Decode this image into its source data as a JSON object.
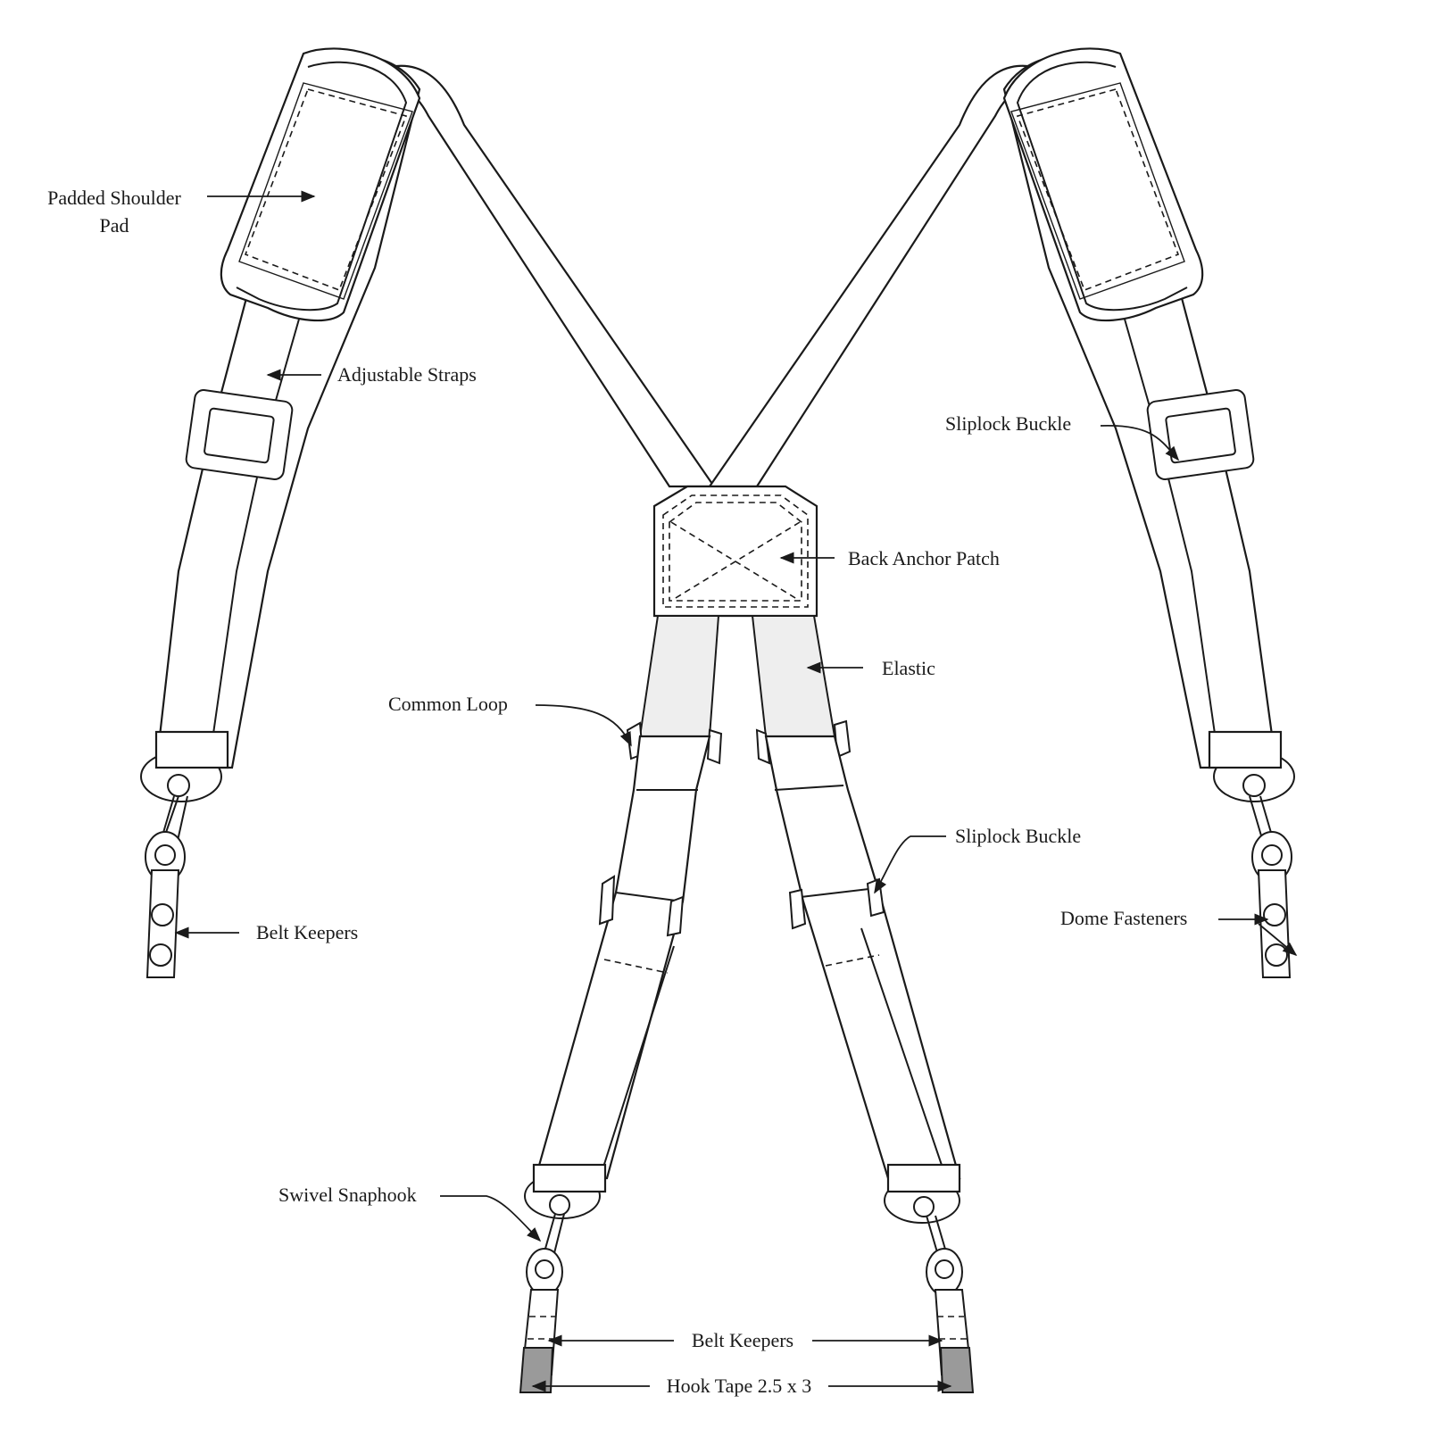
{
  "labels": {
    "padded_shoulder_pad_line1": "Padded Shoulder",
    "padded_shoulder_pad_line2": "Pad",
    "adjustable_straps": "Adjustable Straps",
    "sliplock_buckle_upper": "Sliplock Buckle",
    "back_anchor_patch": "Back Anchor Patch",
    "elastic": "Elastic",
    "common_loop": "Common Loop",
    "sliplock_buckle_lower": "Sliplock Buckle",
    "dome_fasteners": "Dome Fasteners",
    "belt_keepers_left": "Belt Keepers",
    "swivel_snaphook": "Swivel Snaphook",
    "belt_keepers_bottom": "Belt Keepers",
    "hook_tape": "Hook Tape 2.5 x 3"
  },
  "colors": {
    "line": "#1a1a1a",
    "background": "#ffffff",
    "elastic_fill": "#eeeeee",
    "hook_tape_fill": "#9a9a9a"
  }
}
